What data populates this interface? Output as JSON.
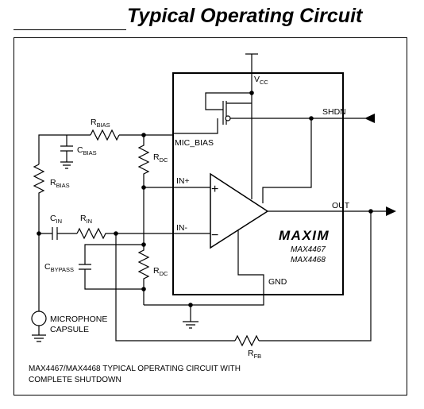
{
  "title": "Typical Operating Circuit",
  "labels": {
    "vcc": {
      "main": "V",
      "sub": "CC"
    },
    "shdn": "SHDN",
    "mic_bias": "MIC_BIAS",
    "rbias_top": {
      "main": "R",
      "sub": "BIAS"
    },
    "cbias": {
      "main": "C",
      "sub": "BIAS"
    },
    "rbias_left": {
      "main": "R",
      "sub": "BIAS"
    },
    "rdc_top": {
      "main": "R",
      "sub": "DC"
    },
    "in_plus": "IN+",
    "in_minus": "IN-",
    "cin": {
      "main": "C",
      "sub": "IN"
    },
    "rin": {
      "main": "R",
      "sub": "IN"
    },
    "cbypass": {
      "main": "C",
      "sub": "BYPASS"
    },
    "rdc_bottom": {
      "main": "R",
      "sub": "DC"
    },
    "out": "OUT",
    "gnd": "GND",
    "rfb": {
      "main": "R",
      "sub": "FB"
    },
    "mic_line1": "MICROPHONE",
    "mic_line2": "CAPSULE",
    "plus": "+",
    "minus": "−"
  },
  "brand": {
    "logo_text": "MAXIM",
    "part1": "MAX4467",
    "part2": "MAX4468"
  },
  "caption": {
    "line1": "MAX4467/MAX4468 TYPICAL OPERATING CIRCUIT WITH",
    "line2": "COMPLETE SHUTDOWN"
  }
}
